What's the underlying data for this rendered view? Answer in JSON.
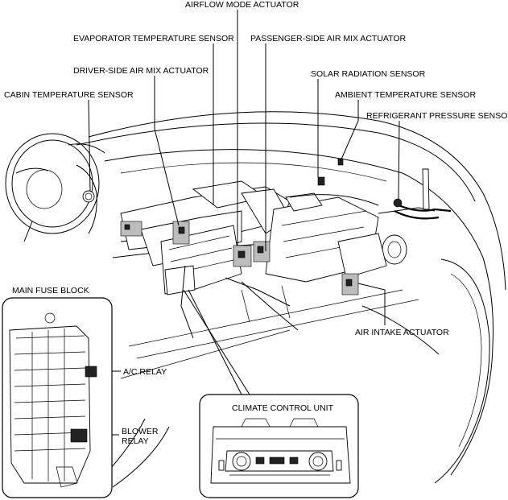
{
  "labels": {
    "airflow_mode_actuator": "AIRFLOW MODE ACTUATOR",
    "evaporator_temperature_sensor": "EVAPORATOR TEMPERATURE SENSOR",
    "passenger_side_air_mix_actuator": "PASSENGER-SIDE AIR MIX ACTUATOR",
    "driver_side_air_mix_actuator": "DRIVER-SIDE AIR MIX ACTUATOR",
    "solar_radiation_sensor": "SOLAR RADIATION SENSOR",
    "cabin_temperature_sensor": "CABIN TEMPERATURE SENSOR",
    "ambient_temperature_sensor": "AMBIENT TEMPERATURE SENSOR",
    "refrigerant_pressure_sensor": "REFRIGERANT PRESSURE SENSOR",
    "main_fuse_block": "MAIN FUSE BLOCK",
    "air_intake_actuator": "AIR INTAKE ACTUATOR",
    "ac_relay": "A/C RELAY",
    "blower_relay_line1": "BLOWER",
    "blower_relay_line2": "RELAY",
    "climate_control_unit": "CLIMATE CONTROL UNIT"
  }
}
